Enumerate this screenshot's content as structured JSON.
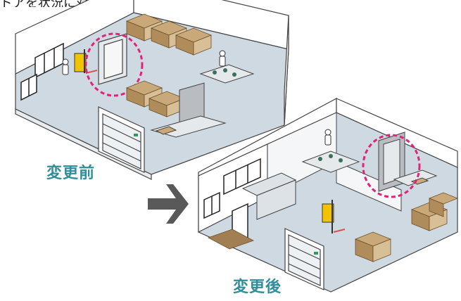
{
  "caption_top": "ドアを状況に対応した位置に移動",
  "labels": {
    "before": "変更前",
    "after": "変更後"
  },
  "colors": {
    "wall": "#ffffff",
    "floor": "#cfd9e2",
    "outline": "#444444",
    "highlight": "#e2237a",
    "label": "#2f8e9a",
    "arrow": "#595959",
    "box": "#c9a97a",
    "machine": "#b9bdc2",
    "forklift": "#f2c400"
  },
  "icons": [
    "arrow-right-icon",
    "highlight-circle-icon",
    "forklift-icon",
    "worker-icon",
    "shutter-door-icon"
  ]
}
